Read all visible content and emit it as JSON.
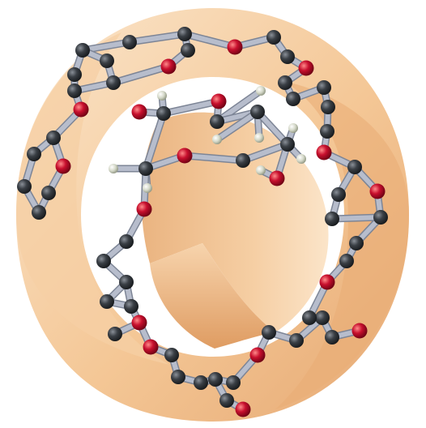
{
  "figure": {
    "subject": "molecular-ball-and-stick-model-on-ribbon",
    "colors": {
      "background": "#ffffff",
      "ribbon_light": "#f9dcb8",
      "ribbon_mid": "#f2c08c",
      "ribbon_dark": "#e0a067",
      "bond": "#b7bdcc",
      "carbon": "#3a3f45",
      "oxygen": "#c8102e",
      "hydrogen": "#d4d8c8"
    },
    "atom_types": [
      "carbon",
      "oxygen",
      "hydrogen"
    ]
  }
}
